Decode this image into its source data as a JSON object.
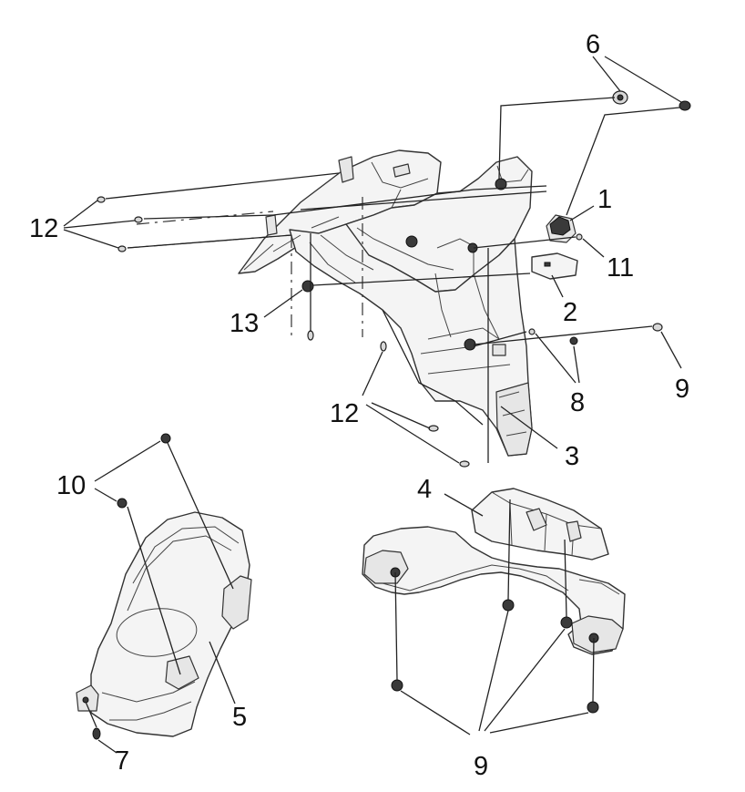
{
  "callouts": {
    "c1": "1",
    "c2": "2",
    "c3": "3",
    "c4": "4",
    "c5": "5",
    "c6": "6",
    "c7": "7",
    "c8": "8",
    "c9_right": "9",
    "c9_bottom": "9",
    "c10": "10",
    "c11": "11",
    "c12_left": "12",
    "c12_lower": "12",
    "c13": "13"
  }
}
